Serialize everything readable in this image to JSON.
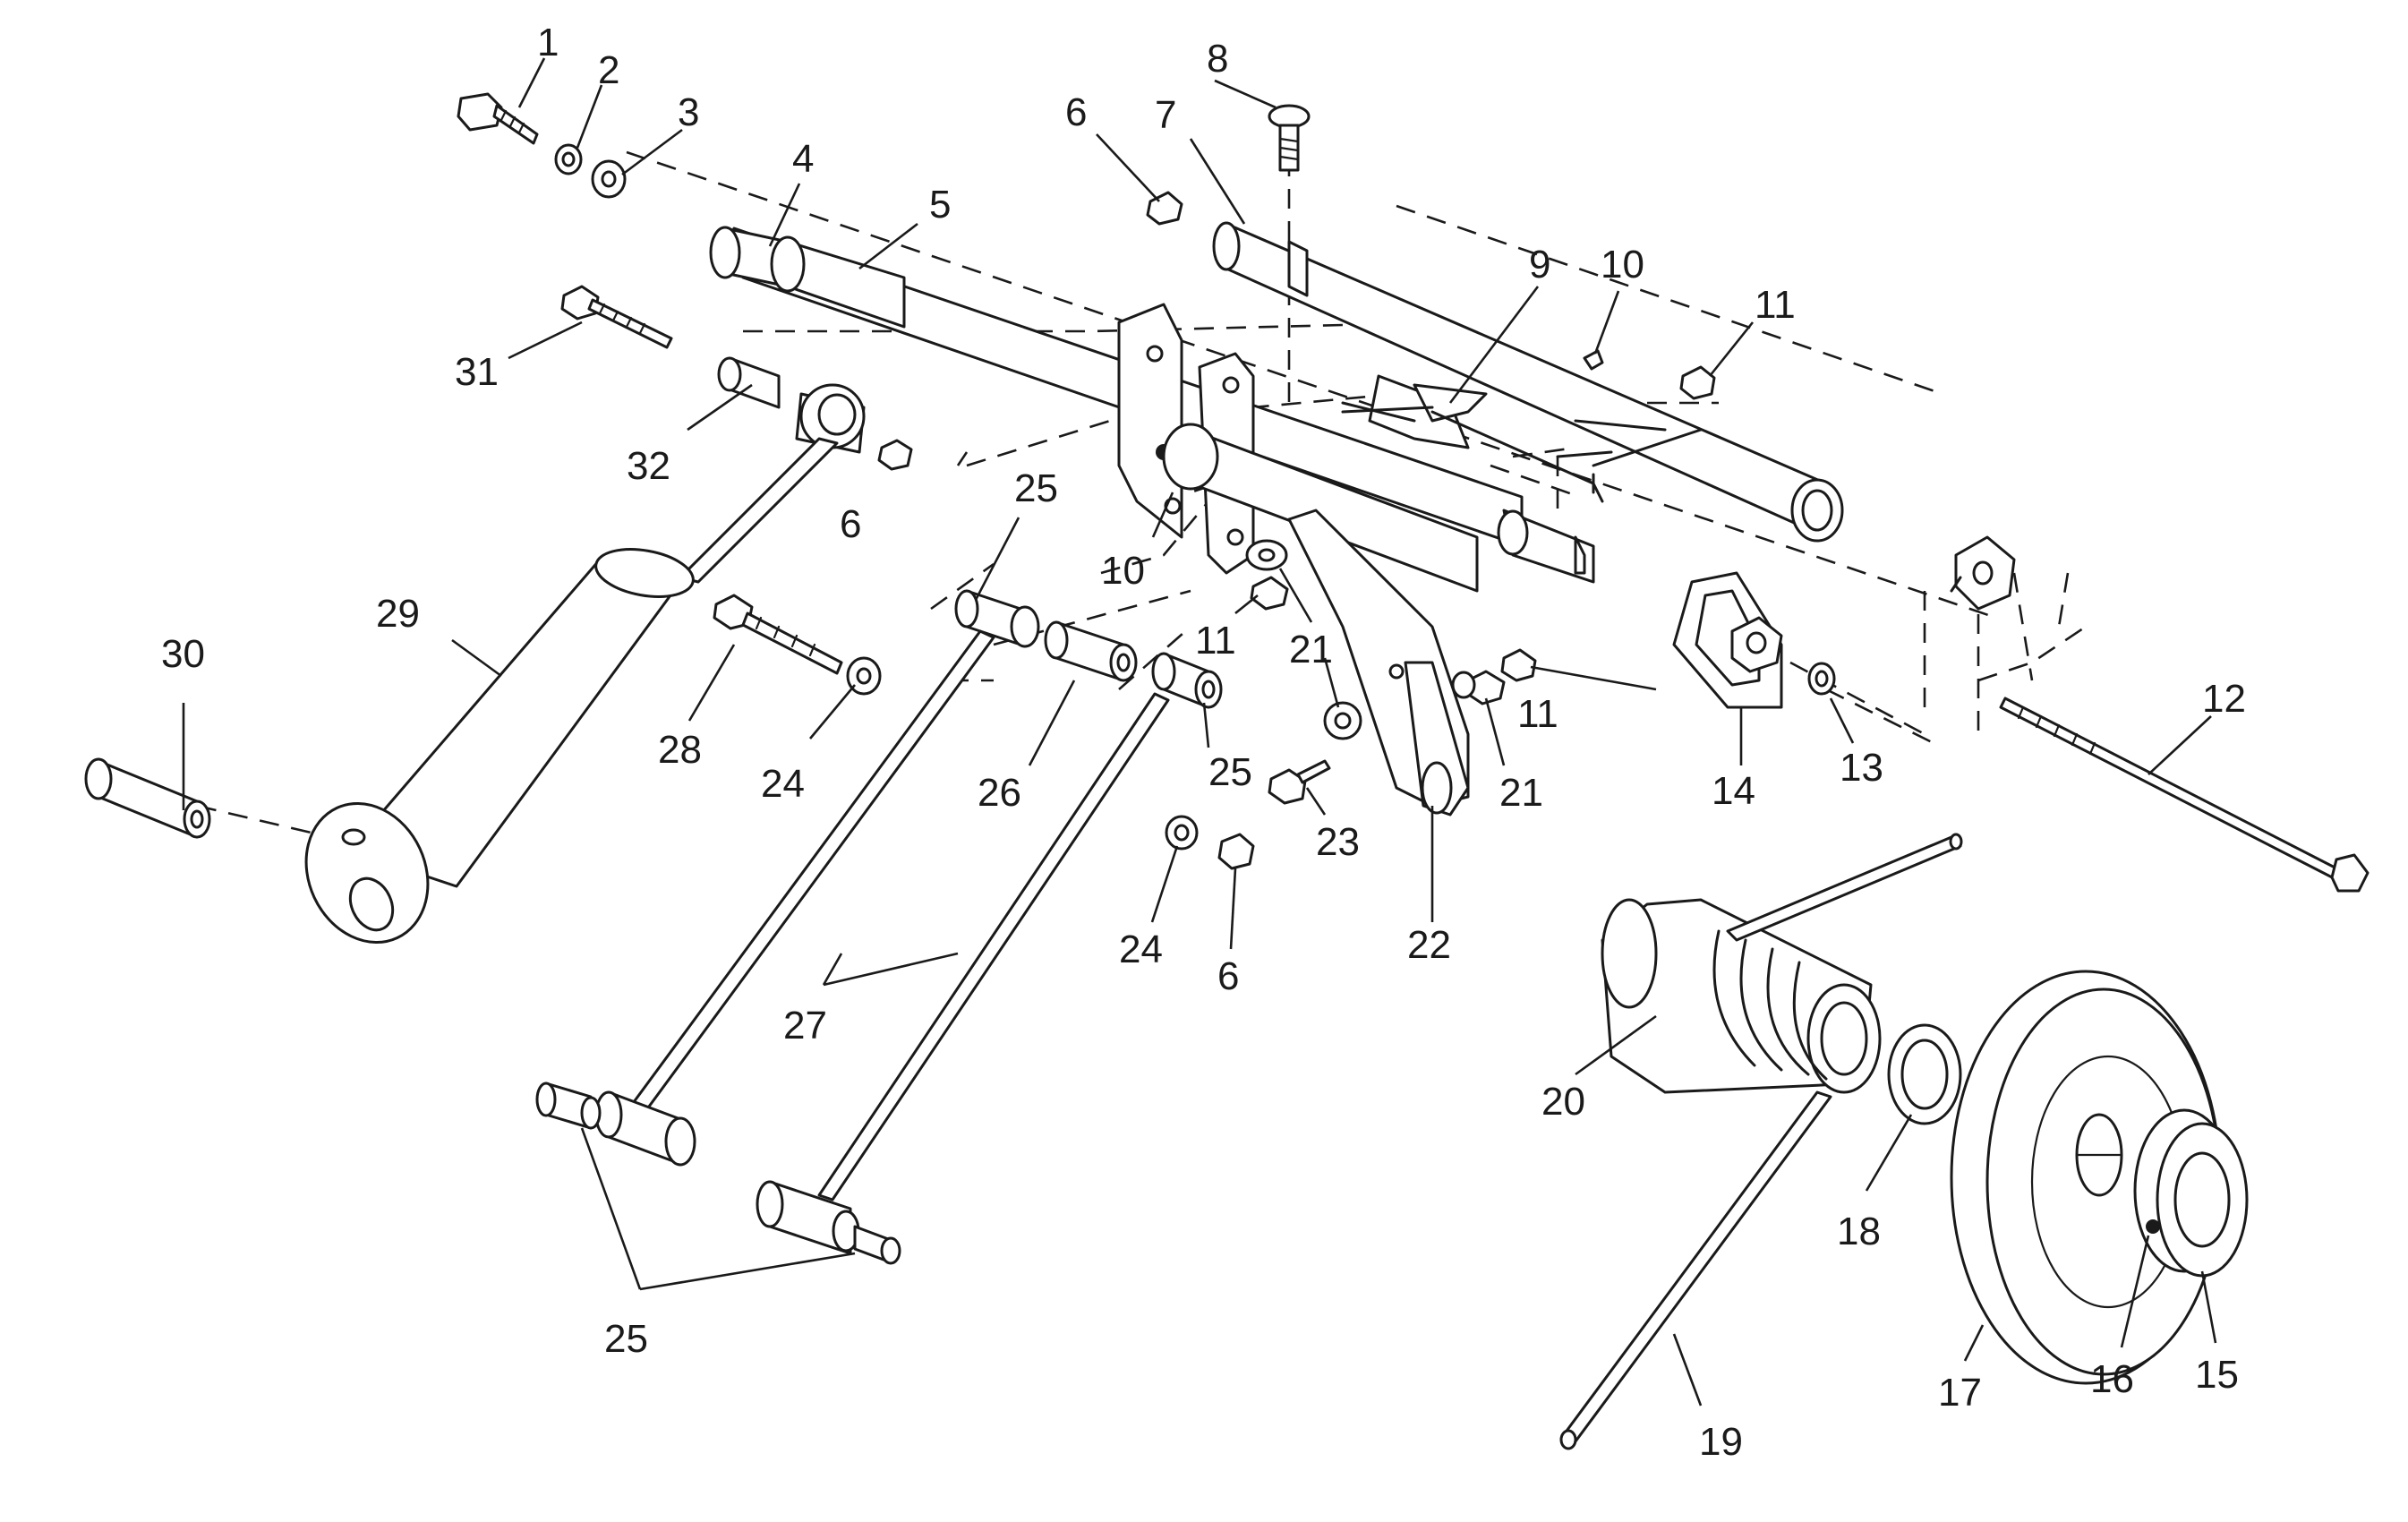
{
  "callouts": [
    {
      "id": "c1",
      "label": "1"
    },
    {
      "id": "c2",
      "label": "2"
    },
    {
      "id": "c3",
      "label": "3"
    },
    {
      "id": "c4",
      "label": "4"
    },
    {
      "id": "c5",
      "label": "5"
    },
    {
      "id": "c6a",
      "label": "6"
    },
    {
      "id": "c7",
      "label": "7"
    },
    {
      "id": "c8",
      "label": "8"
    },
    {
      "id": "c9",
      "label": "9"
    },
    {
      "id": "c10a",
      "label": "10"
    },
    {
      "id": "c11a",
      "label": "11"
    },
    {
      "id": "c31",
      "label": "31"
    },
    {
      "id": "c32",
      "label": "32"
    },
    {
      "id": "c6b",
      "label": "6"
    },
    {
      "id": "c25a",
      "label": "25"
    },
    {
      "id": "c10b",
      "label": "10"
    },
    {
      "id": "c11b",
      "label": "11"
    },
    {
      "id": "c21a",
      "label": "21"
    },
    {
      "id": "c11c",
      "label": "11"
    },
    {
      "id": "c29",
      "label": "29"
    },
    {
      "id": "c30",
      "label": "30"
    },
    {
      "id": "c28",
      "label": "28"
    },
    {
      "id": "c24a",
      "label": "24"
    },
    {
      "id": "c26",
      "label": "26"
    },
    {
      "id": "c25b",
      "label": "25"
    },
    {
      "id": "c21b",
      "label": "21"
    },
    {
      "id": "c23",
      "label": "23"
    },
    {
      "id": "c14",
      "label": "14"
    },
    {
      "id": "c13",
      "label": "13"
    },
    {
      "id": "c12",
      "label": "12"
    },
    {
      "id": "c24b",
      "label": "24"
    },
    {
      "id": "c6c",
      "label": "6"
    },
    {
      "id": "c22",
      "label": "22"
    },
    {
      "id": "c27",
      "label": "27"
    },
    {
      "id": "c20",
      "label": "20"
    },
    {
      "id": "c18",
      "label": "18"
    },
    {
      "id": "c25c",
      "label": "25"
    },
    {
      "id": "c19",
      "label": "19"
    },
    {
      "id": "c17",
      "label": "17"
    },
    {
      "id": "c16",
      "label": "16"
    },
    {
      "id": "c15",
      "label": "15"
    }
  ]
}
